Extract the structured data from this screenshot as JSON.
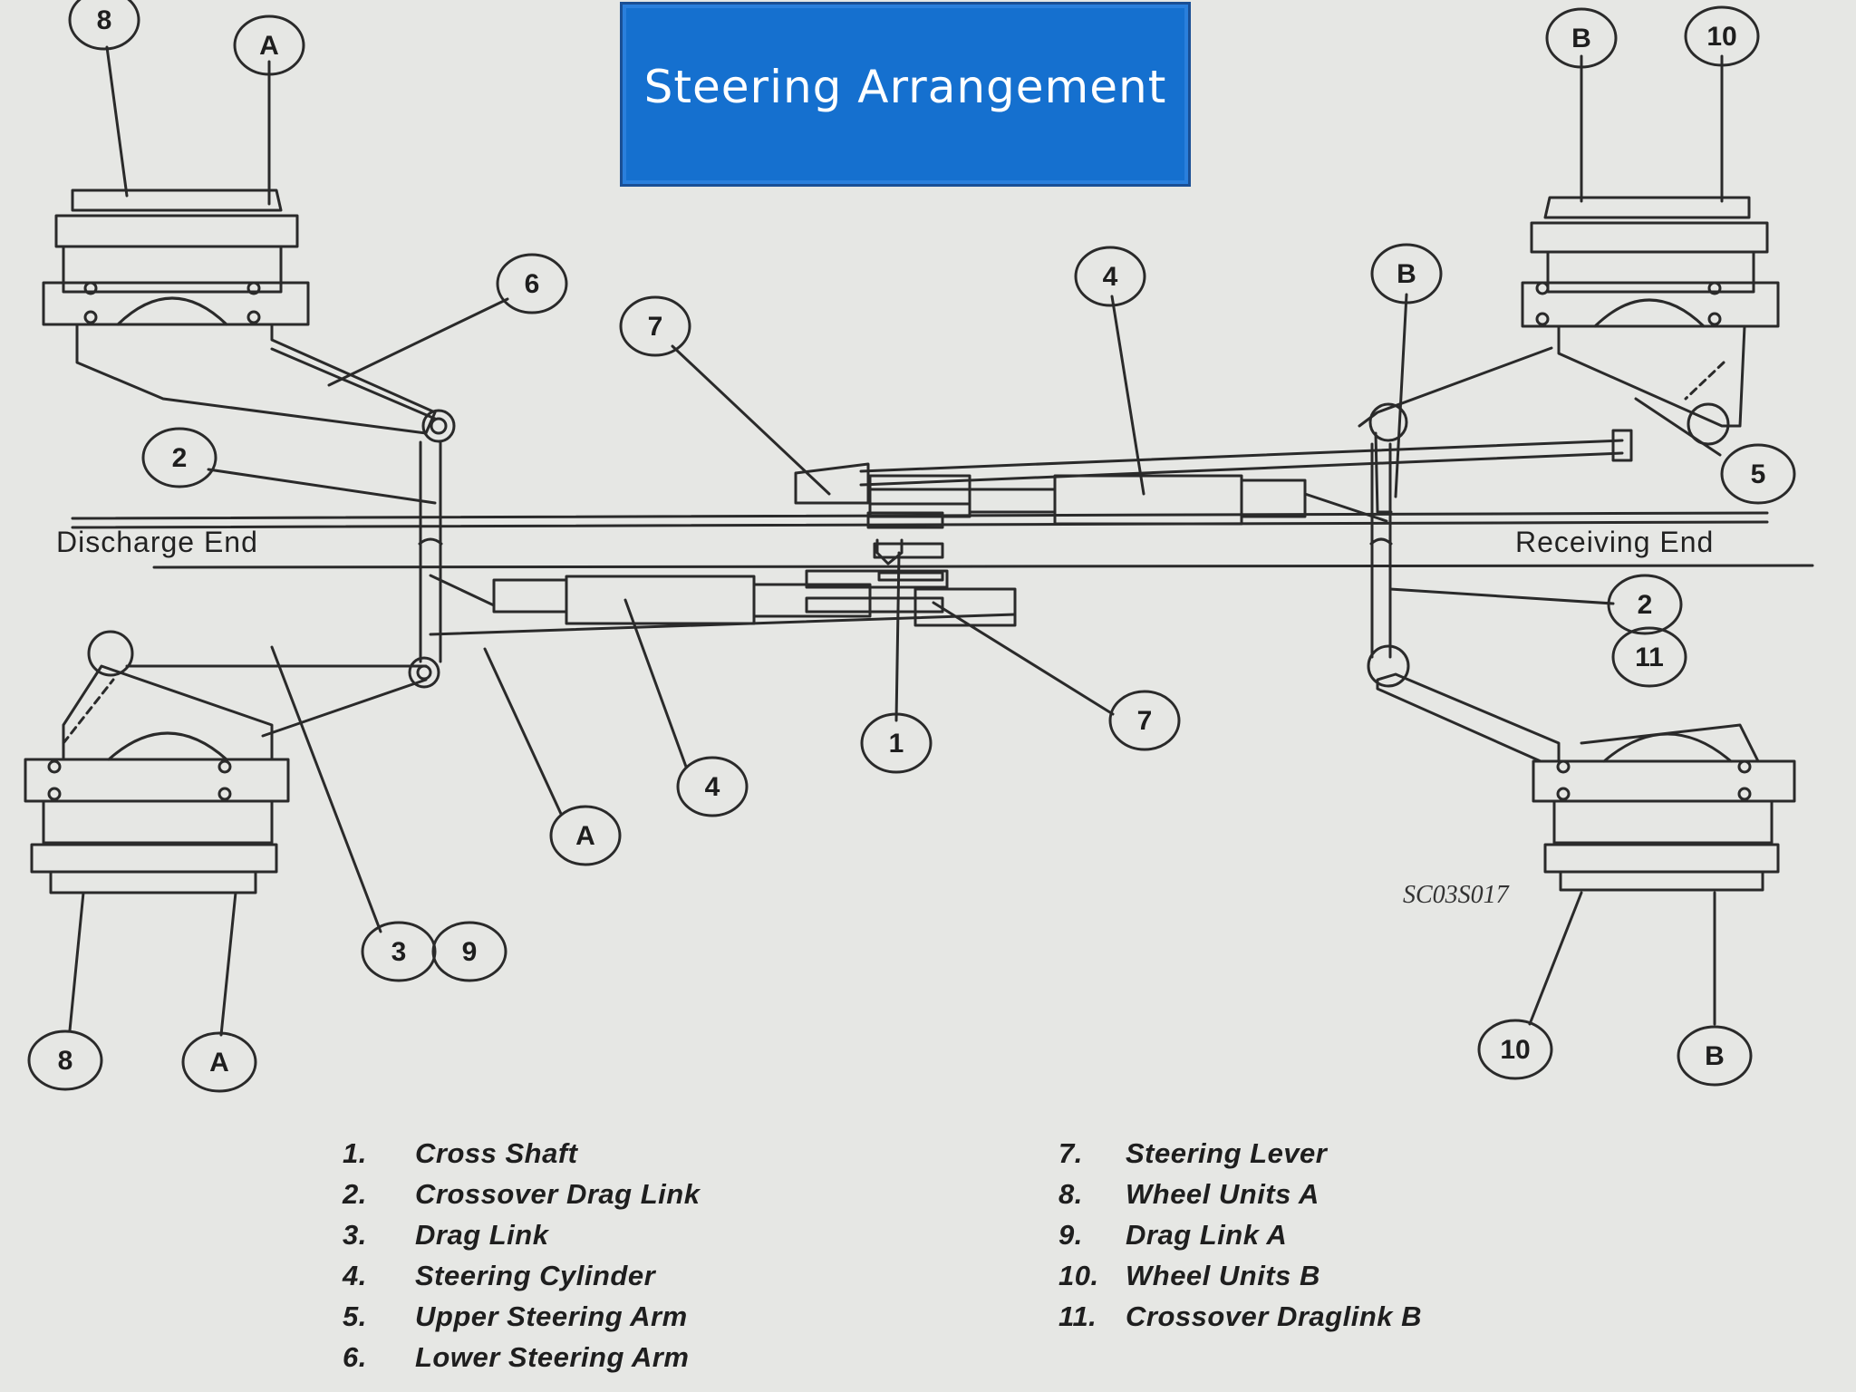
{
  "title": "Steering Arrangement",
  "end_labels": {
    "left": "Discharge End",
    "right": "Receiving End"
  },
  "drawing_code": "SC03S017",
  "callouts": {
    "c8_top": "8",
    "cA_top": "A",
    "cB_top": "B",
    "c10_top": "10",
    "c6": "6",
    "c7_top": "7",
    "c4_top": "4",
    "cB_mid": "B",
    "c2_left": "2",
    "c5": "5",
    "c2_right": "2",
    "c11": "11",
    "c7_bottom": "7",
    "c1": "1",
    "c4_bottom": "4",
    "cA_mid": "A",
    "c3": "3",
    "c9": "9",
    "c8_bottom": "8",
    "cA_bottom": "A",
    "c10_bottom": "10",
    "cB_bottom": "B"
  },
  "legend": {
    "left": [
      {
        "num": "1.",
        "label": "Cross Shaft"
      },
      {
        "num": "2.",
        "label": "Crossover Drag Link"
      },
      {
        "num": "3.",
        "label": "Drag Link"
      },
      {
        "num": "4.",
        "label": "Steering Cylinder"
      },
      {
        "num": "5.",
        "label": "Upper Steering Arm"
      },
      {
        "num": "6.",
        "label": "Lower Steering Arm"
      }
    ],
    "right": [
      {
        "num": "7.",
        "label": "Steering Lever"
      },
      {
        "num": "8.",
        "label": "Wheel Units A"
      },
      {
        "num": "9.",
        "label": "Drag Link A"
      },
      {
        "num": "10.",
        "label": "Wheel Units B"
      },
      {
        "num": "11.",
        "label": "Crossover Draglink B"
      }
    ]
  }
}
